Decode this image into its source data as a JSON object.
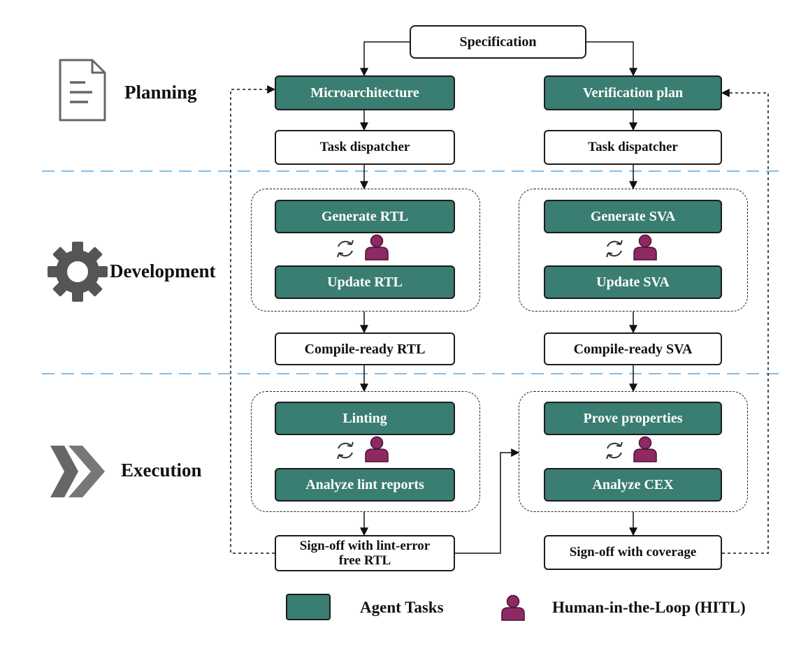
{
  "phases": {
    "planning": "Planning",
    "development": "Development",
    "execution": "Execution"
  },
  "nodes": {
    "specification": "Specification",
    "microarchitecture": "Microarchitecture",
    "verification_plan": "Verification plan",
    "task_dispatcher_left": "Task  dispatcher",
    "task_dispatcher_right": "Task  dispatcher",
    "generate_rtl": "Generate RTL",
    "update_rtl": "Update RTL",
    "generate_sva": "Generate SVA",
    "update_sva": "Update SVA",
    "compile_ready_rtl": "Compile-ready RTL",
    "compile_ready_sva": "Compile-ready SVA",
    "linting": "Linting",
    "analyze_lint": "Analyze lint reports",
    "prove_properties": "Prove properties",
    "analyze_cex": "Analyze CEX",
    "signoff_lint_line1": "Sign-off with lint-error",
    "signoff_lint_line2": "free RTL",
    "signoff_coverage": "Sign-off with coverage"
  },
  "legend": {
    "agent": "Agent Tasks",
    "hitl": "Human-in-the-Loop (HITL)"
  },
  "colors": {
    "agent_fill": "#3a7d72",
    "human_fill": "#8e2a63",
    "phase_divider": "#5aa8e0"
  },
  "icons": {
    "planning": "document-icon",
    "development": "gear-icon",
    "execution": "chevrons-icon",
    "loop": "refresh-icon",
    "human": "person-icon"
  }
}
